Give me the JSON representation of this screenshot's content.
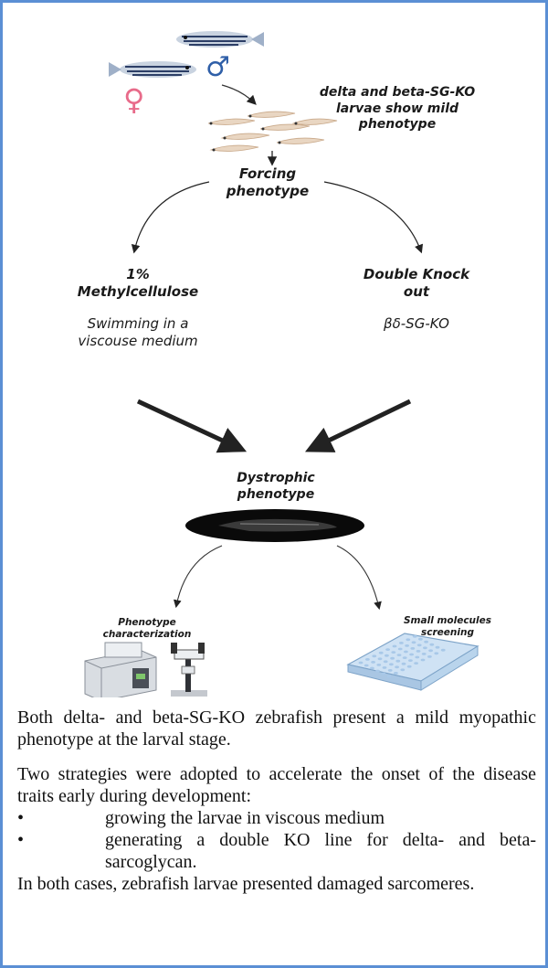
{
  "diagram": {
    "top_note": "delta and beta-SG-KO larvae show mild phenotype",
    "forcing": "Forcing phenotype",
    "left_title": "1% Methylcellulose",
    "left_sub": "Swimming in a viscouse medium",
    "right_title": "Double Knock out",
    "right_sub": "βδ-SG-KO",
    "dystrophic": "Dystrophic phenotype",
    "pheno_char": "Phenotype characterization",
    "small_mol": "Small molecules screening",
    "female_symbol": "♀",
    "male_symbol": "♂",
    "colors": {
      "border": "#5b8fd4",
      "female": "#e86b8a",
      "male": "#2f5fa8"
    }
  },
  "caption": {
    "p1": "Both delta- and beta-SG-KO zebrafish present a mild myopathic phenotype at the larval stage.",
    "p2": "Two strategies were adopted to accelerate the onset of the disease traits early during development:",
    "bullet_symbol": "•",
    "bullet1": "growing the larvae in viscous medium",
    "bullet2": "generating a double KO line for delta- and beta-sarcoglycan.",
    "p3": "In both cases, zebrafish larvae presented damaged sarcomeres."
  }
}
